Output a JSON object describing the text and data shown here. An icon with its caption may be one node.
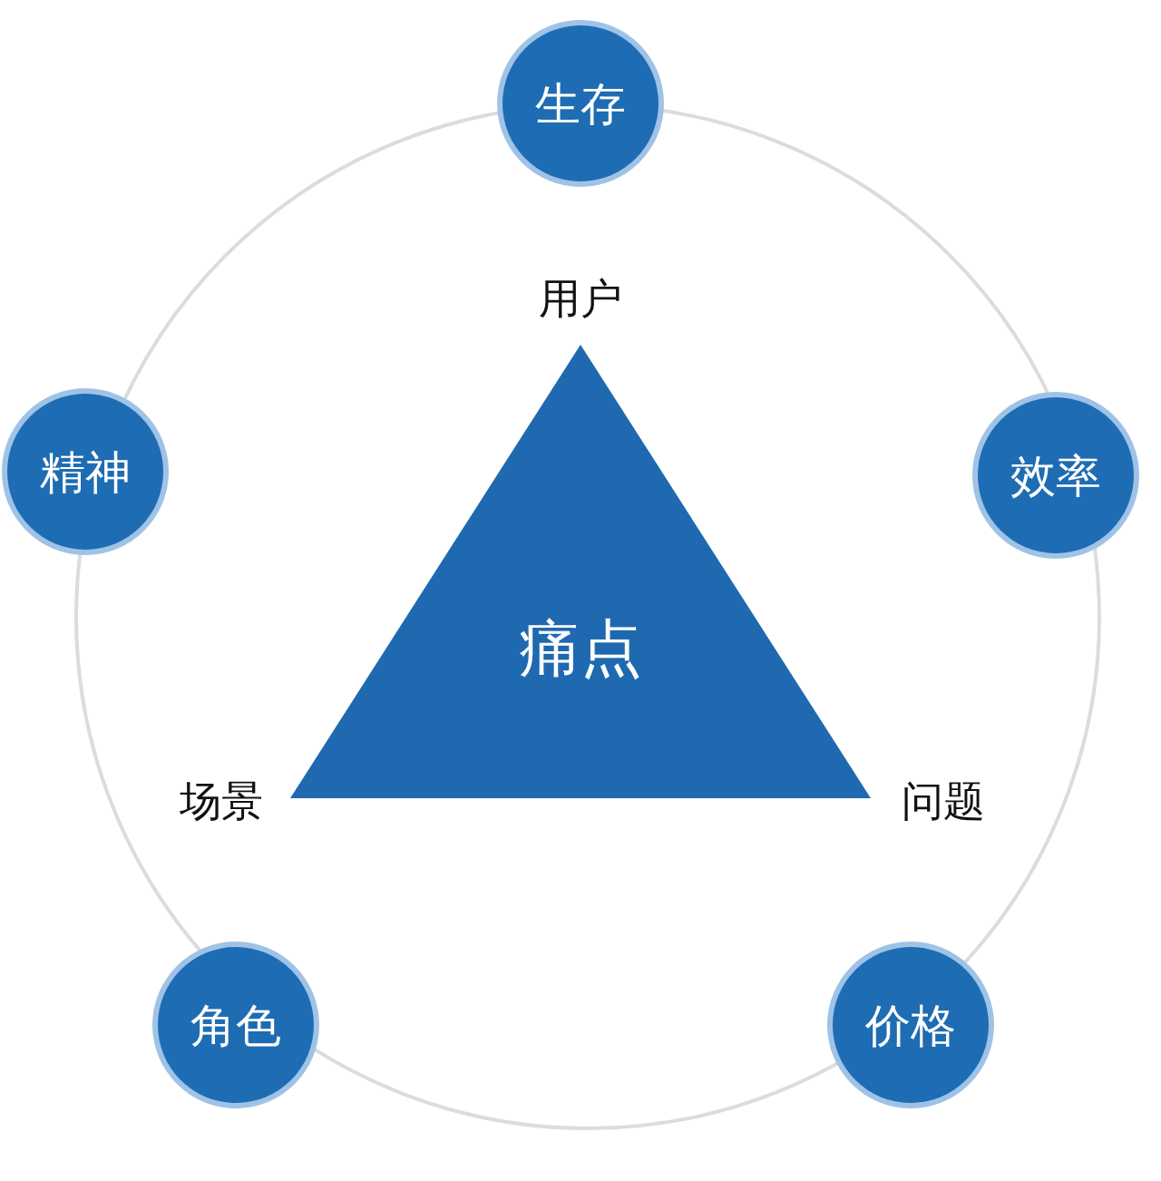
{
  "diagram": {
    "nodes": [
      {
        "text": [
          "生存"
        ]
      },
      {
        "text": [
          "精神"
        ]
      },
      {
        "text": [
          "效率"
        ]
      },
      {
        "text": [
          "痛点"
        ],
        "beside": [
          "用户",
          "场景",
          "问题"
        ]
      },
      {
        "text": [
          "角色"
        ]
      },
      {
        "text": [
          "价格"
        ]
      }
    ]
  }
}
